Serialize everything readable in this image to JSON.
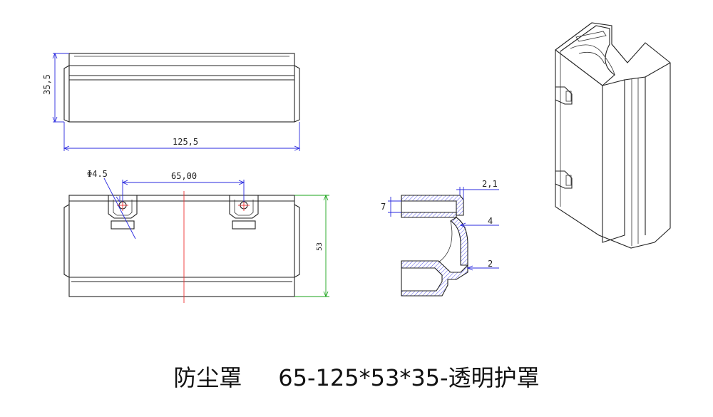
{
  "caption": "防尘罩     65-125*53*35-透明护罩",
  "dimensions": {
    "height_front": "35,5",
    "width_front": "125,5",
    "hole_diameter": "Φ4.5",
    "hole_spacing": "65,00",
    "depth": "53",
    "section_top": "2,1",
    "section_left": "7",
    "section_mid": "4",
    "section_low": "2"
  },
  "colors": {
    "dimension": "#2a2adf",
    "depth_dimension": "#1aa31a",
    "centerline": "#e33333",
    "outline": "#222222"
  }
}
